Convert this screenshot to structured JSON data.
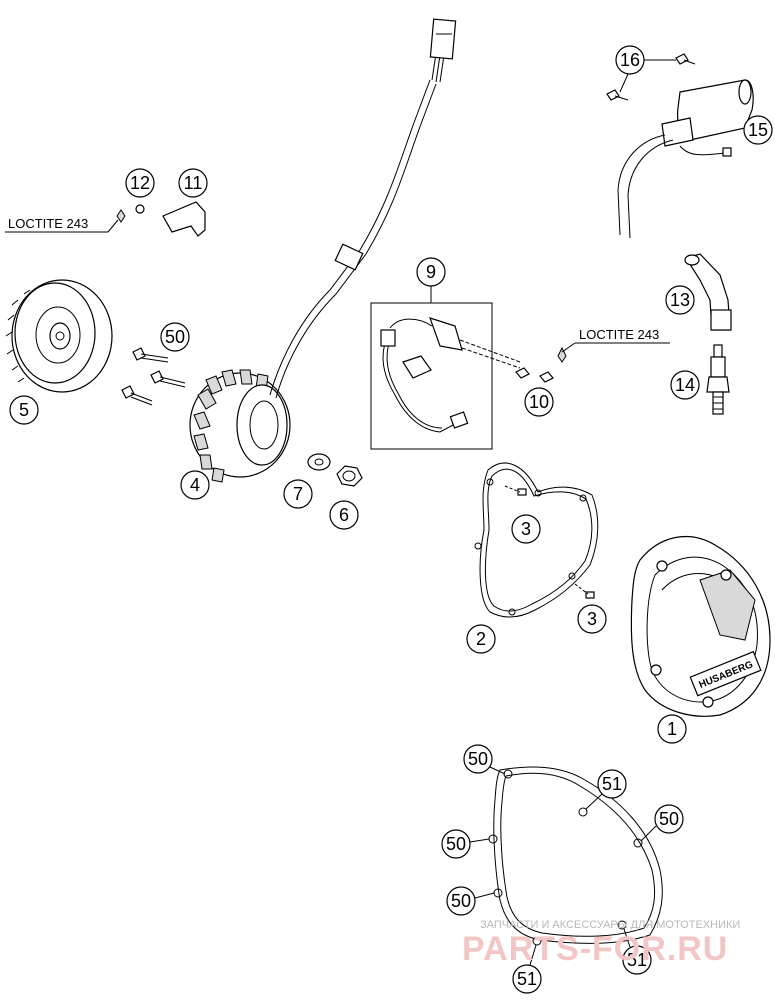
{
  "callouts": [
    {
      "id": "c1",
      "label": "1"
    },
    {
      "id": "c2",
      "label": "2"
    },
    {
      "id": "c3a",
      "label": "3"
    },
    {
      "id": "c3b",
      "label": "3"
    },
    {
      "id": "c4",
      "label": "4"
    },
    {
      "id": "c5",
      "label": "5"
    },
    {
      "id": "c6",
      "label": "6"
    },
    {
      "id": "c7",
      "label": "7"
    },
    {
      "id": "c9",
      "label": "9"
    },
    {
      "id": "c10",
      "label": "10"
    },
    {
      "id": "c11",
      "label": "11"
    },
    {
      "id": "c12",
      "label": "12"
    },
    {
      "id": "c13",
      "label": "13"
    },
    {
      "id": "c14",
      "label": "14"
    },
    {
      "id": "c15",
      "label": "15"
    },
    {
      "id": "c16",
      "label": "16"
    },
    {
      "id": "c50a",
      "label": "50"
    },
    {
      "id": "c50b",
      "label": "50"
    },
    {
      "id": "c50c",
      "label": "50"
    },
    {
      "id": "c50d",
      "label": "50"
    },
    {
      "id": "c50e",
      "label": "50"
    },
    {
      "id": "c51a",
      "label": "51"
    },
    {
      "id": "c51b",
      "label": "51"
    },
    {
      "id": "c51c",
      "label": "51"
    }
  ],
  "notes": {
    "loctite_left": "LOCTITE 243",
    "loctite_right": "LOCTITE 243"
  },
  "cover_text": "HUSABERG",
  "watermark": {
    "line1": "ЗАПЧАСТИ И АКСЕССУАРЫ ДЛЯ МОТОТЕХНИКИ",
    "line2": "PARTS-FOR.RU"
  }
}
